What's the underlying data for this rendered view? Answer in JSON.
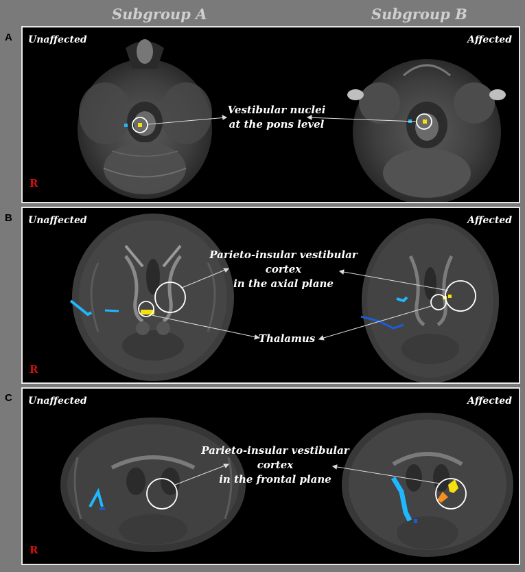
{
  "headers": {
    "left": "Subgroup A",
    "right": "Subgroup B"
  },
  "panels": [
    {
      "letter": "A",
      "left_tag": "Unaffected",
      "right_tag": "Affected",
      "side_marker": "R",
      "label_line1": "Vestibular nuclei",
      "label_line2": "at the pons level"
    },
    {
      "letter": "B",
      "left_tag": "Unaffected",
      "right_tag": "Affected",
      "side_marker": "R",
      "label_line1": "Parieto-insular vestibular cortex",
      "label_line2": "in the axial plane",
      "label2": "Thalamus"
    },
    {
      "letter": "C",
      "left_tag": "Unaffected",
      "right_tag": "Affected",
      "side_marker": "R",
      "label_line1": "Parieto-insular vestibular cortex",
      "label_line2": "in the frontal plane"
    }
  ],
  "colors": {
    "background": "#7a7a7a",
    "panel_border": "#e8e8e8",
    "side_marker": "#d01010",
    "positive_activation": "#f5e010",
    "negative_activation": "#1fb8ff"
  }
}
